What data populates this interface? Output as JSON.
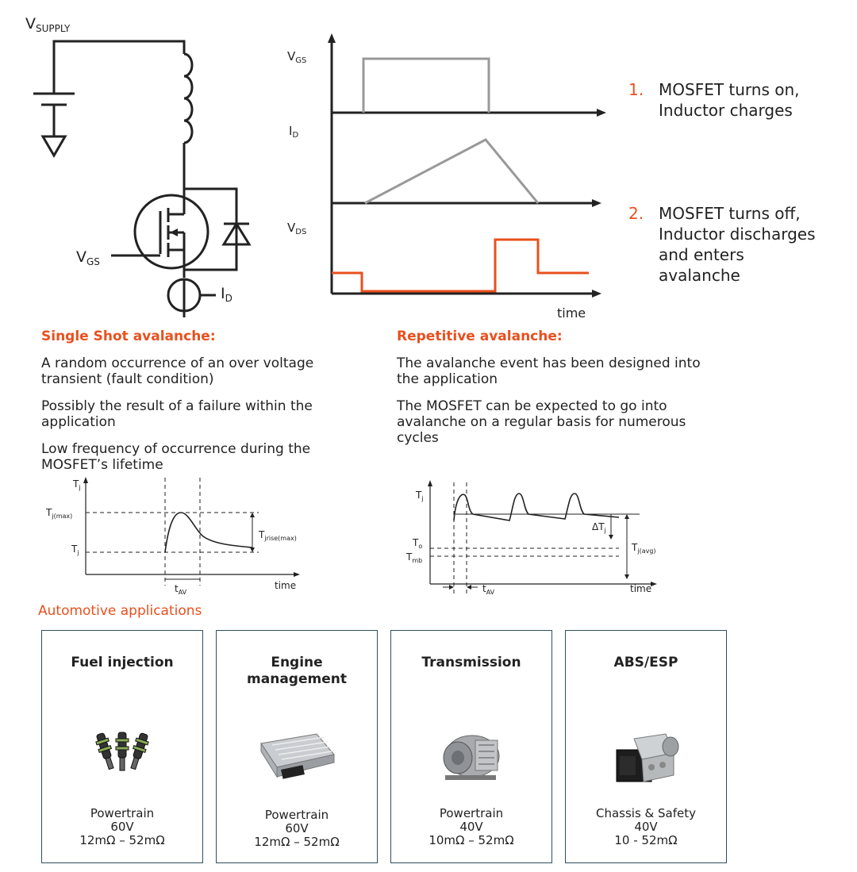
{
  "circuit": {
    "vsupply_main": "V",
    "vsupply_sub": "SUPPLY",
    "vgs_main": "V",
    "vgs_sub": "GS",
    "id_main": "I",
    "id_sub": "D"
  },
  "timing": {
    "vgs_main": "V",
    "vgs_sub": "GS",
    "id_main": "I",
    "id_sub": "D",
    "vds_main": "V",
    "vds_sub": "DS",
    "time_label": "time"
  },
  "steps": [
    {
      "num": "1.",
      "line1": "MOSFET turns on,",
      "line2": "Inductor charges"
    },
    {
      "num": "2.",
      "line1": "MOSFET turns off,",
      "line2": "Inductor discharges",
      "line3": "and enters",
      "line4": "avalanche"
    }
  ],
  "single_shot": {
    "title": "Single Shot avalanche:",
    "p1_l1": "A random occurrence of an over voltage",
    "p1_l2": "transient (fault condition)",
    "p2_l1": "Possibly the result of a failure within the",
    "p2_l2": "application",
    "p3_l1": "Low frequency of occurrence during the",
    "p3_l2": "MOSFET’s lifetime",
    "graph": {
      "tj_axis_main": "T",
      "tj_axis_sub": "j",
      "tjmax_main": "T",
      "tjmax_sub": "j(max)",
      "tj_main": "T",
      "tj_sub": "j",
      "rise_main": "T",
      "rise_sub": "jrise(max)",
      "tav_main": "t",
      "tav_sub": "AV",
      "time": "time"
    }
  },
  "repetitive": {
    "title": "Repetitive avalanche:",
    "p1_l1": "The avalanche event has been designed into",
    "p1_l2": "the application",
    "p2_l1": "The MOSFET can be expected to go into",
    "p2_l2": "avalanche on a regular basis for numerous",
    "p2_l3": "cycles",
    "graph": {
      "tj_main": "T",
      "tj_sub": "j",
      "to_main": "T",
      "to_sub": "o",
      "tmb_main": "T",
      "tmb_sub": "mb",
      "dtj_main": "ΔT",
      "dtj_sub": "j",
      "tjavg_main": "T",
      "tjavg_sub": "j(avg)",
      "tav_main": "t",
      "tav_sub": "AV",
      "time": "time"
    }
  },
  "automotive": {
    "heading": "Automotive applications",
    "cards": [
      {
        "title_l1": "Fuel injection",
        "title_l2": "",
        "category": "Powertrain",
        "voltage": "60V",
        "rds": "12mΩ – 52mΩ",
        "icon": "fuel-injector-image"
      },
      {
        "title_l1": "Engine",
        "title_l2": "management",
        "category": "Powertrain",
        "voltage": "60V",
        "rds": "12mΩ – 52mΩ",
        "icon": "ecu-module-image"
      },
      {
        "title_l1": "Transmission",
        "title_l2": "",
        "category": "Powertrain",
        "voltage": "40V",
        "rds": "10mΩ – 52mΩ",
        "icon": "transmission-image"
      },
      {
        "title_l1": "ABS/ESP",
        "title_l2": "",
        "category": "Chassis & Safety",
        "voltage": "40V",
        "rds": "10 - 52mΩ",
        "icon": "abs-module-image"
      }
    ]
  },
  "colors": {
    "accent": "#e8501e",
    "card_border": "#2f4f5f",
    "trace_gray": "#999999"
  }
}
